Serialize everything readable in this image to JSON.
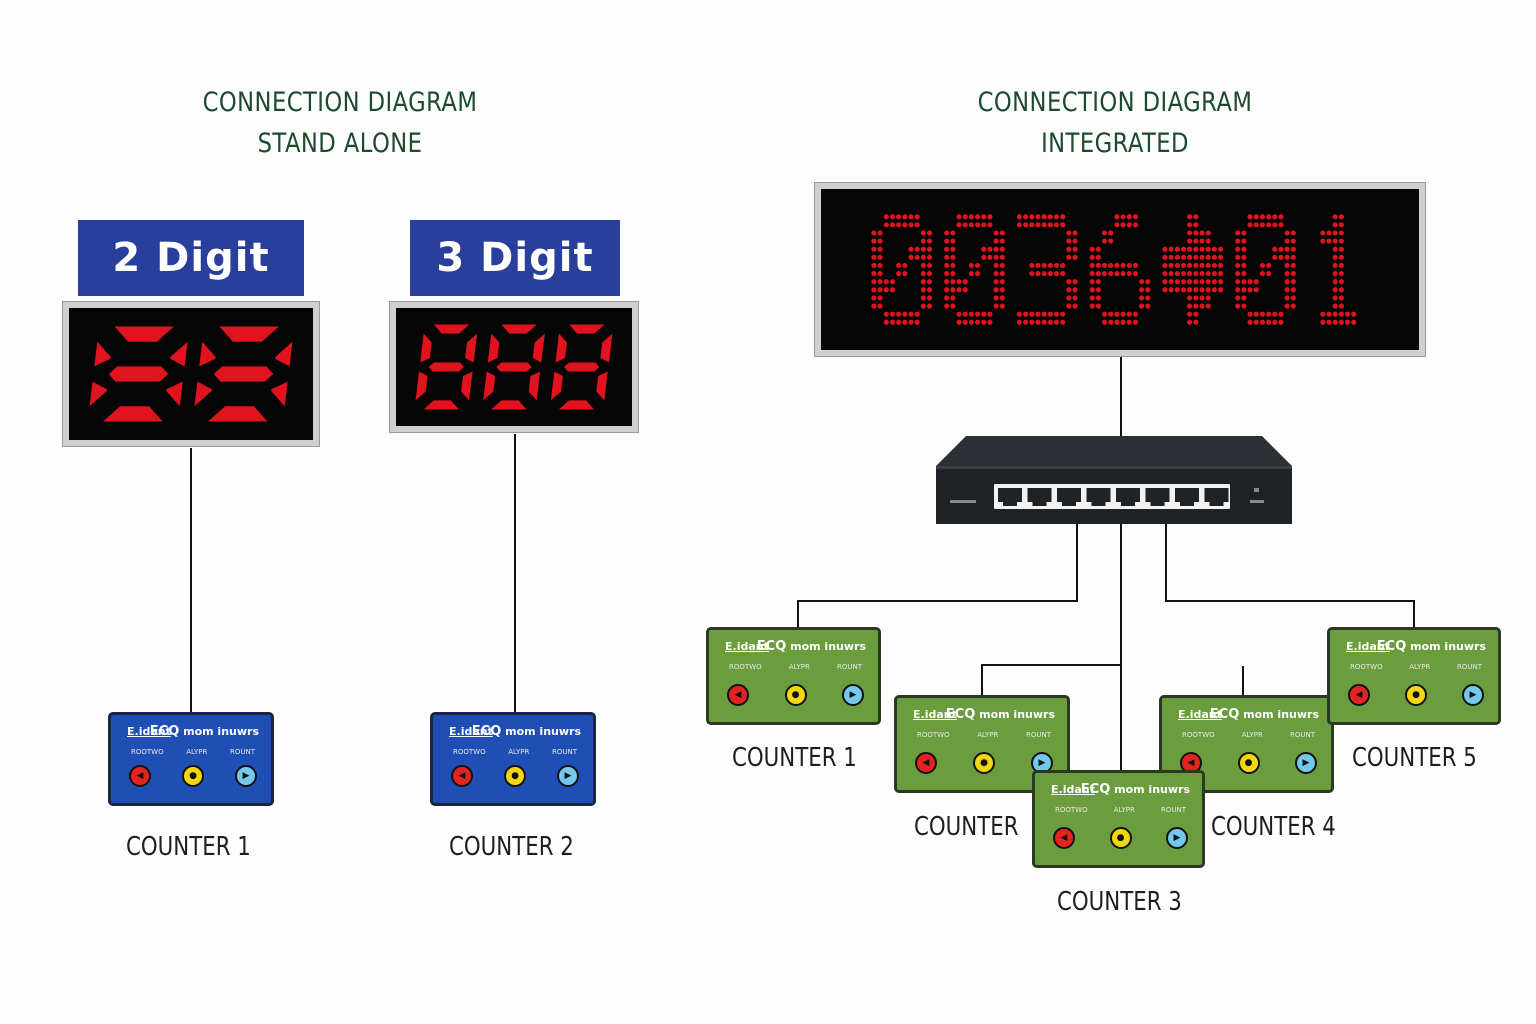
{
  "standalone": {
    "title_line1": "CONNECTION DIAGRAM",
    "title_line2": "STAND ALONE",
    "displays": [
      {
        "header": "2 Digit",
        "digits": "88",
        "counter_label": "COUNTER 1"
      },
      {
        "header": "3 Digit",
        "digits": "888",
        "counter_label": "COUNTER 2"
      }
    ]
  },
  "integrated": {
    "title_line1": "CONNECTION DIAGRAM",
    "title_line2": "INTEGRATED",
    "main_display": {
      "left": "0036",
      "right": "01"
    },
    "counter_labels": [
      "COUNTER 1",
      "COUNTER",
      "COUNTER 3",
      "COUNTER 4",
      "COUNTER 5"
    ]
  },
  "counter_box": {
    "brand": "E.idant",
    "model_prefix": "ECQ",
    "model_suffix": "mom inuwrs",
    "tags": [
      "ROOTWO",
      "ALYPR",
      "ROUNT"
    ]
  },
  "colors": {
    "led_red": "#e0131e",
    "header_blue": "#2a3f9b",
    "counter_blue": "#1f4fb4",
    "counter_green": "#6b9c3e",
    "title_green": "#1d4a2c"
  },
  "icons": {
    "left_button": "back-arrow-icon",
    "middle_button": "select-dot-icon",
    "right_button": "play-icon",
    "network": "network-switch-icon"
  }
}
